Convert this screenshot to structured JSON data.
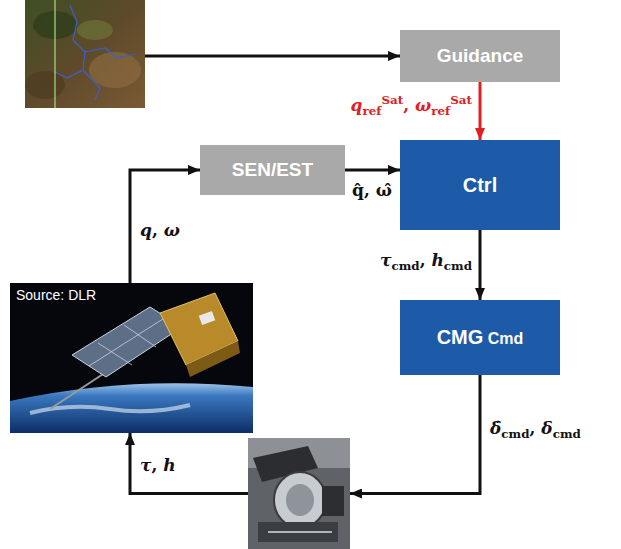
{
  "diagram": {
    "nodes": [
      {
        "text": []
      },
      {
        "text": [
          "Guidance"
        ]
      },
      {
        "text": [
          "SEN/EST"
        ]
      },
      {
        "text": [
          "Ctrl"
        ]
      },
      {
        "text": [
          "Source: DLR"
        ]
      },
      {
        "text": [
          "CMG Cmd"
        ]
      },
      {
        "text": []
      }
    ],
    "edges": [
      {
        "from": 0,
        "to": 1,
        "arrow": "to"
      },
      {
        "from": 1,
        "to": 3,
        "label": "qrefSat, ωrefSat",
        "arrow": "to"
      },
      {
        "from": 4,
        "to": 2,
        "label": "q, ω",
        "arrow": "to"
      },
      {
        "from": 2,
        "to": 3,
        "label": "q̂, ω̂",
        "arrow": "to"
      },
      {
        "from": 3,
        "to": 5,
        "label": "τcmd, hcmd",
        "arrow": "to"
      },
      {
        "from": 5,
        "to": 6,
        "label": "δ̇cmd, δcmd",
        "arrow": "to"
      },
      {
        "from": 6,
        "to": 4,
        "label": "τ, h",
        "arrow": "to"
      }
    ]
  }
}
